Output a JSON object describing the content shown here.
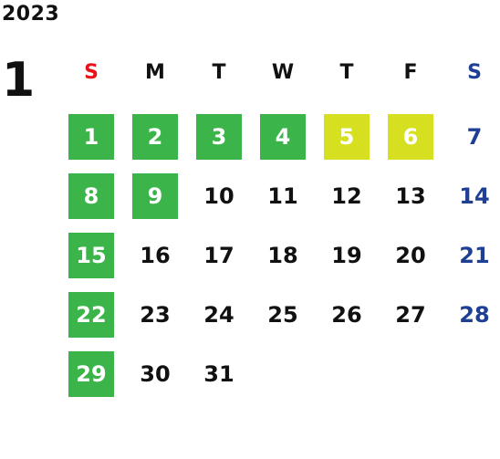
{
  "calendar": {
    "year": "2023",
    "month": "1",
    "weekdays": [
      {
        "label": "S",
        "kind": "sun"
      },
      {
        "label": "M",
        "kind": "normal"
      },
      {
        "label": "T",
        "kind": "normal"
      },
      {
        "label": "W",
        "kind": "normal"
      },
      {
        "label": "T",
        "kind": "normal"
      },
      {
        "label": "F",
        "kind": "normal"
      },
      {
        "label": "S",
        "kind": "sat"
      }
    ],
    "days": [
      {
        "label": "1",
        "highlight": "green"
      },
      {
        "label": "2",
        "highlight": "green"
      },
      {
        "label": "3",
        "highlight": "green"
      },
      {
        "label": "4",
        "highlight": "green"
      },
      {
        "label": "5",
        "highlight": "lime"
      },
      {
        "label": "6",
        "highlight": "lime"
      },
      {
        "label": "7",
        "highlight": "none"
      },
      {
        "label": "8",
        "highlight": "green"
      },
      {
        "label": "9",
        "highlight": "green"
      },
      {
        "label": "10",
        "highlight": "none"
      },
      {
        "label": "11",
        "highlight": "none"
      },
      {
        "label": "12",
        "highlight": "none"
      },
      {
        "label": "13",
        "highlight": "none"
      },
      {
        "label": "14",
        "highlight": "none"
      },
      {
        "label": "15",
        "highlight": "green"
      },
      {
        "label": "16",
        "highlight": "none"
      },
      {
        "label": "17",
        "highlight": "none"
      },
      {
        "label": "18",
        "highlight": "none"
      },
      {
        "label": "19",
        "highlight": "none"
      },
      {
        "label": "20",
        "highlight": "none"
      },
      {
        "label": "21",
        "highlight": "none"
      },
      {
        "label": "22",
        "highlight": "green"
      },
      {
        "label": "23",
        "highlight": "none"
      },
      {
        "label": "24",
        "highlight": "none"
      },
      {
        "label": "25",
        "highlight": "none"
      },
      {
        "label": "26",
        "highlight": "none"
      },
      {
        "label": "27",
        "highlight": "none"
      },
      {
        "label": "28",
        "highlight": "none"
      },
      {
        "label": "29",
        "highlight": "green"
      },
      {
        "label": "30",
        "highlight": "none"
      },
      {
        "label": "31",
        "highlight": "none"
      }
    ]
  },
  "colors": {
    "green": "#3bb44a",
    "lime": "#d7df21",
    "sunday_header": "#e8141c",
    "saturday": "#1f3f94",
    "text": "#111111"
  }
}
